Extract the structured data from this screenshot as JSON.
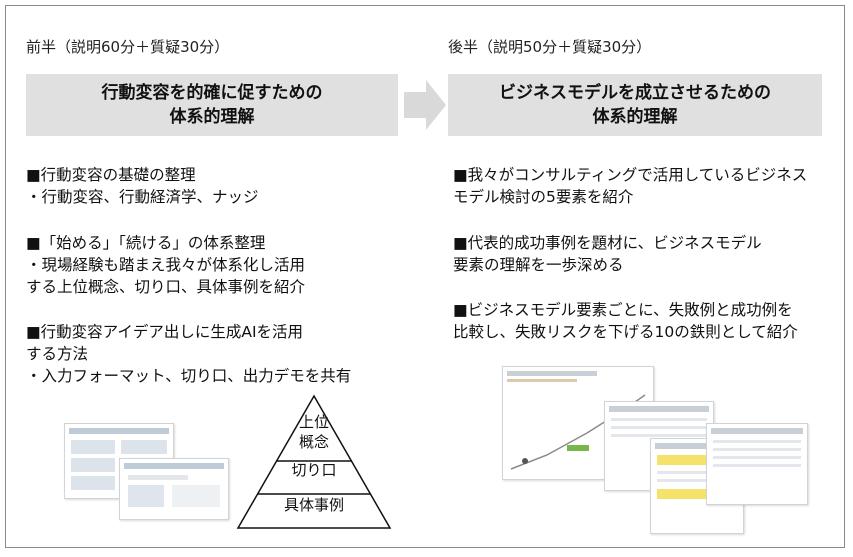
{
  "left": {
    "title": "前半（説明60分＋質疑30分）",
    "banner": [
      "行動変容を的確に促すための",
      "体系的理解"
    ],
    "items": [
      [
        "■行動変容の基礎の整理",
        "・行動変容、行動経済学、ナッジ"
      ],
      [
        "■「始める」「続ける」の体系整理",
        "・現場経験も踏まえ我々が体系化し活用",
        "する上位概念、切り口、具体事例を紹介"
      ],
      [
        "■行動変容アイデア出しに生成AIを活用",
        "する方法",
        "・入力フォーマット、切り口、出力デモを共有"
      ]
    ]
  },
  "right": {
    "title": "後半（説明50分＋質疑30分）",
    "banner": [
      "ビジネスモデルを成立させるための",
      "体系的理解"
    ],
    "items": [
      [
        "■我々がコンサルティングで活用しているビジネス",
        "モデル検討の5要素を紹介"
      ],
      [
        "■代表的成功事例を題材に、ビジネスモデル",
        "要素の理解を一歩深める"
      ],
      [
        "■ビジネスモデル要素ごとに、失敗例と成功例を",
        "比較し、失敗リスクを下げる10の鉄則として紹介"
      ]
    ]
  },
  "pyramid": {
    "top": [
      "上位",
      "概念"
    ],
    "middle": "切り口",
    "bottom": "具体事例"
  },
  "colors": {
    "banner": "#e0e0e0",
    "arrow": "#d9d9d9",
    "border": "#8a8a8a"
  }
}
